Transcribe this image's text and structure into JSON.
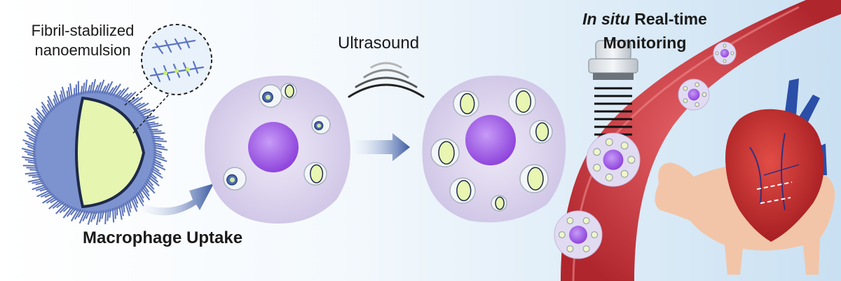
{
  "labels": {
    "nanoemulsion_line1": "Fibril-stabilized",
    "nanoemulsion_line2": "nanoemulsion",
    "ultrasound": "Ultrasound",
    "macrophage_uptake": "Macrophage Uptake",
    "monitoring_italic": "In situ",
    "monitoring_rest": " Real-time",
    "monitoring_line2": "Monitoring"
  },
  "colors": {
    "droplet_core": "#e6f5b0",
    "fibrils": "#6f86c6",
    "cell_body": "#dcd4ee",
    "nucleus": "#a15fe6",
    "vessel": "#cf3f45",
    "pig": "#f2c5a8",
    "heart": "#c8282b",
    "arrow": "#3b5aa2"
  }
}
